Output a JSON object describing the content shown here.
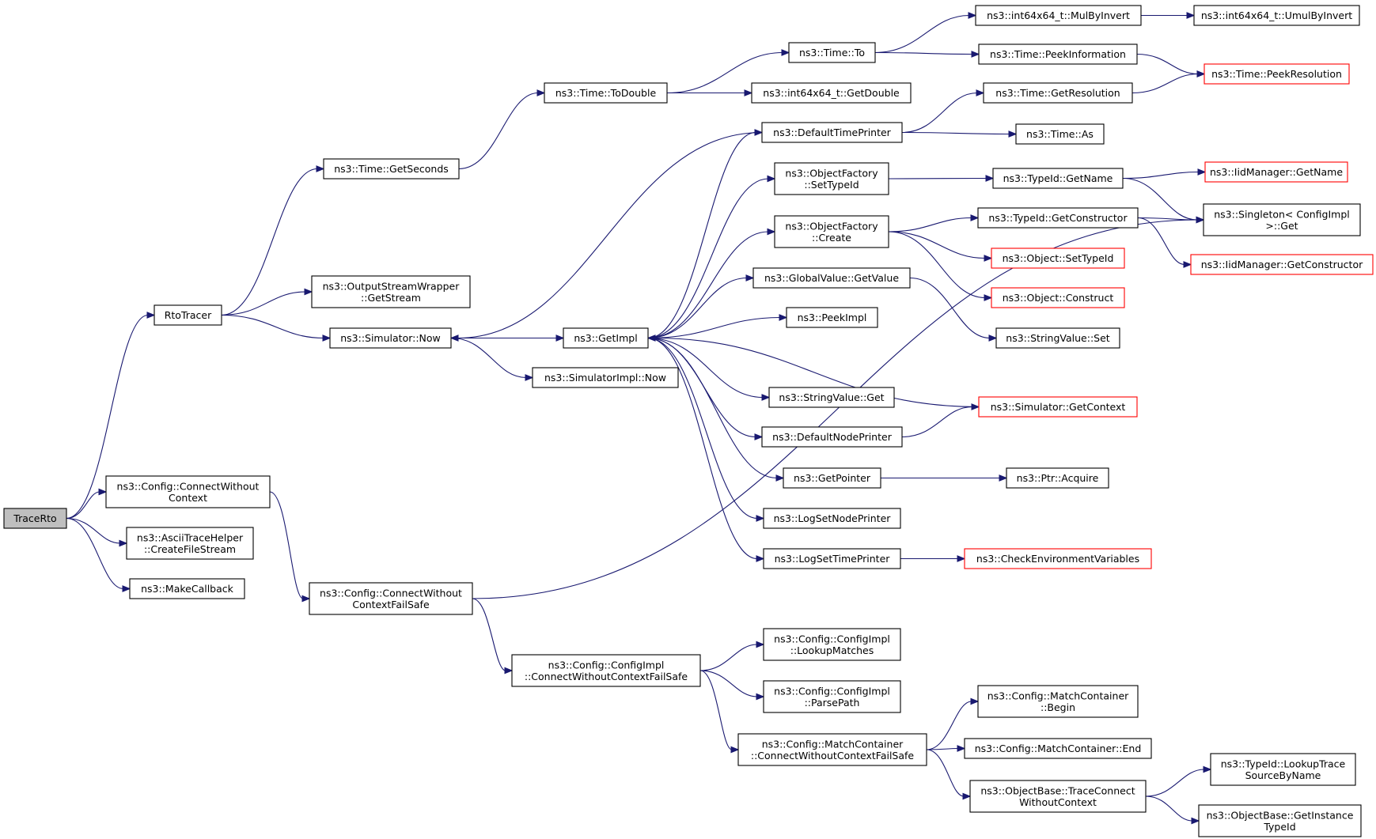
{
  "graph": {
    "colors": {
      "edge": "#191970",
      "truncated_border": "#ff0000",
      "root_fill": "#bfbfbf",
      "node_border": "#000000"
    },
    "nodes": [
      {
        "id": "TraceRto",
        "lines": [
          "TraceRto"
        ],
        "root": true
      },
      {
        "id": "RtoTracer",
        "lines": [
          "RtoTracer"
        ]
      },
      {
        "id": "ConnectWithoutContext",
        "lines": [
          "ns3::Config::ConnectWithout",
          "Context"
        ]
      },
      {
        "id": "CreateFileStream",
        "lines": [
          "ns3::AsciiTraceHelper",
          "::CreateFileStream"
        ]
      },
      {
        "id": "MakeCallback",
        "lines": [
          "ns3::MakeCallback"
        ]
      },
      {
        "id": "GetSeconds",
        "lines": [
          "ns3::Time::GetSeconds"
        ]
      },
      {
        "id": "GetStream",
        "lines": [
          "ns3::OutputStreamWrapper",
          "::GetStream"
        ]
      },
      {
        "id": "SimulatorNow",
        "lines": [
          "ns3::Simulator::Now"
        ]
      },
      {
        "id": "ConnectWithoutContextFailSafe",
        "lines": [
          "ns3::Config::ConnectWithout",
          "ContextFailSafe"
        ]
      },
      {
        "id": "ToDouble",
        "lines": [
          "ns3::Time::ToDouble"
        ]
      },
      {
        "id": "GetImpl",
        "lines": [
          "ns3::GetImpl"
        ]
      },
      {
        "id": "SimulatorImplNow",
        "lines": [
          "ns3::SimulatorImpl::Now"
        ]
      },
      {
        "id": "ImplConnectFailSafe",
        "lines": [
          "ns3::Config::ConfigImpl",
          "::ConnectWithoutContextFailSafe"
        ]
      },
      {
        "id": "TimeTo",
        "lines": [
          "ns3::Time::To"
        ]
      },
      {
        "id": "GetDouble",
        "lines": [
          "ns3::int64x64_t::GetDouble"
        ]
      },
      {
        "id": "DefaultTimePrinter",
        "lines": [
          "ns3::DefaultTimePrinter"
        ]
      },
      {
        "id": "OFSetTypeId",
        "lines": [
          "ns3::ObjectFactory",
          "::SetTypeId"
        ]
      },
      {
        "id": "OFCreate",
        "lines": [
          "ns3::ObjectFactory",
          "::Create"
        ]
      },
      {
        "id": "GVGetValue",
        "lines": [
          "ns3::GlobalValue::GetValue"
        ]
      },
      {
        "id": "PeekImpl",
        "lines": [
          "ns3::PeekImpl"
        ]
      },
      {
        "id": "SVGet",
        "lines": [
          "ns3::StringValue::Get"
        ]
      },
      {
        "id": "DefaultNodePrinter",
        "lines": [
          "ns3::DefaultNodePrinter"
        ]
      },
      {
        "id": "GetPointer",
        "lines": [
          "ns3::GetPointer"
        ]
      },
      {
        "id": "LogSetNodePrinter",
        "lines": [
          "ns3::LogSetNodePrinter"
        ]
      },
      {
        "id": "LogSetTimePrinter",
        "lines": [
          "ns3::LogSetTimePrinter"
        ]
      },
      {
        "id": "LookupMatches",
        "lines": [
          "ns3::Config::ConfigImpl",
          "::LookupMatches"
        ]
      },
      {
        "id": "ParsePath",
        "lines": [
          "ns3::Config::ConfigImpl",
          "::ParsePath"
        ]
      },
      {
        "id": "MCConnectFailSafe",
        "lines": [
          "ns3::Config::MatchContainer",
          "::ConnectWithoutContextFailSafe"
        ]
      },
      {
        "id": "MulByInvert",
        "lines": [
          "ns3::int64x64_t::MulByInvert"
        ]
      },
      {
        "id": "PeekInformation",
        "lines": [
          "ns3::Time::PeekInformation"
        ]
      },
      {
        "id": "GetResolution",
        "lines": [
          "ns3::Time::GetResolution"
        ]
      },
      {
        "id": "TimeAs",
        "lines": [
          "ns3::Time::As"
        ]
      },
      {
        "id": "TIGetName",
        "lines": [
          "ns3::TypeId::GetName"
        ]
      },
      {
        "id": "TIGetConstructor",
        "lines": [
          "ns3::TypeId::GetConstructor"
        ]
      },
      {
        "id": "ObjSetTypeId",
        "lines": [
          "ns3::Object::SetTypeId"
        ],
        "truncated": true
      },
      {
        "id": "ObjConstruct",
        "lines": [
          "ns3::Object::Construct"
        ],
        "truncated": true
      },
      {
        "id": "SVSet",
        "lines": [
          "ns3::StringValue::Set"
        ]
      },
      {
        "id": "GetContext",
        "lines": [
          "ns3::Simulator::GetContext"
        ],
        "truncated": true
      },
      {
        "id": "PtrAcquire",
        "lines": [
          "ns3::Ptr::Acquire"
        ]
      },
      {
        "id": "CheckEnvVars",
        "lines": [
          "ns3::CheckEnvironmentVariables"
        ],
        "truncated": true
      },
      {
        "id": "MCBegin",
        "lines": [
          "ns3::Config::MatchContainer",
          "::Begin"
        ]
      },
      {
        "id": "MCEnd",
        "lines": [
          "ns3::Config::MatchContainer::End"
        ]
      },
      {
        "id": "TraceConnect",
        "lines": [
          "ns3::ObjectBase::TraceConnect",
          "WithoutContext"
        ]
      },
      {
        "id": "UmulByInvert",
        "lines": [
          "ns3::int64x64_t::UmulByInvert"
        ]
      },
      {
        "id": "PeekResolution",
        "lines": [
          "ns3::Time::PeekResolution"
        ],
        "truncated": true
      },
      {
        "id": "IMGetName",
        "lines": [
          "ns3::IidManager::GetName"
        ],
        "truncated": true
      },
      {
        "id": "SingletonGet",
        "lines": [
          "ns3::Singleton< ConfigImpl",
          " >::Get"
        ]
      },
      {
        "id": "IMGetConstructor",
        "lines": [
          "ns3::IidManager::GetConstructor"
        ],
        "truncated": true
      },
      {
        "id": "LookupTraceSource",
        "lines": [
          "ns3::TypeId::LookupTrace",
          "SourceByName"
        ]
      },
      {
        "id": "GetInstanceTypeId",
        "lines": [
          "ns3::ObjectBase::GetInstance",
          "TypeId"
        ]
      }
    ],
    "edges": [
      [
        "TraceRto",
        "RtoTracer"
      ],
      [
        "TraceRto",
        "ConnectWithoutContext"
      ],
      [
        "TraceRto",
        "CreateFileStream"
      ],
      [
        "TraceRto",
        "MakeCallback"
      ],
      [
        "RtoTracer",
        "GetSeconds"
      ],
      [
        "RtoTracer",
        "GetStream"
      ],
      [
        "RtoTracer",
        "SimulatorNow"
      ],
      [
        "ConnectWithoutContext",
        "ConnectWithoutContextFailSafe"
      ],
      [
        "GetSeconds",
        "ToDouble"
      ],
      [
        "SimulatorNow",
        "GetImpl"
      ],
      [
        "SimulatorNow",
        "SimulatorImplNow"
      ],
      [
        "ConnectWithoutContextFailSafe",
        "ImplConnectFailSafe"
      ],
      [
        "ConnectWithoutContextFailSafe",
        "SingletonGet"
      ],
      [
        "ToDouble",
        "TimeTo"
      ],
      [
        "ToDouble",
        "GetDouble"
      ],
      [
        "GetImpl",
        "DefaultTimePrinter"
      ],
      [
        "GetImpl",
        "OFSetTypeId"
      ],
      [
        "GetImpl",
        "OFCreate"
      ],
      [
        "GetImpl",
        "GVGetValue"
      ],
      [
        "GetImpl",
        "PeekImpl"
      ],
      [
        "GetImpl",
        "SVGet"
      ],
      [
        "GetImpl",
        "DefaultNodePrinter"
      ],
      [
        "GetImpl",
        "GetPointer"
      ],
      [
        "GetImpl",
        "LogSetNodePrinter"
      ],
      [
        "GetImpl",
        "LogSetTimePrinter"
      ],
      [
        "GetContext",
        "GetImpl"
      ],
      [
        "DefaultTimePrinter",
        "SimulatorNow"
      ],
      [
        "ImplConnectFailSafe",
        "LookupMatches"
      ],
      [
        "ImplConnectFailSafe",
        "ParsePath"
      ],
      [
        "ImplConnectFailSafe",
        "MCConnectFailSafe"
      ],
      [
        "TimeTo",
        "MulByInvert"
      ],
      [
        "TimeTo",
        "PeekInformation"
      ],
      [
        "DefaultTimePrinter",
        "GetResolution"
      ],
      [
        "DefaultTimePrinter",
        "TimeAs"
      ],
      [
        "OFSetTypeId",
        "TIGetName"
      ],
      [
        "OFCreate",
        "TIGetConstructor"
      ],
      [
        "OFCreate",
        "ObjSetTypeId"
      ],
      [
        "OFCreate",
        "ObjConstruct"
      ],
      [
        "GVGetValue",
        "SVSet"
      ],
      [
        "DefaultNodePrinter",
        "GetContext"
      ],
      [
        "GetPointer",
        "PtrAcquire"
      ],
      [
        "LogSetTimePrinter",
        "CheckEnvVars"
      ],
      [
        "MCConnectFailSafe",
        "MCBegin"
      ],
      [
        "MCConnectFailSafe",
        "MCEnd"
      ],
      [
        "MCConnectFailSafe",
        "TraceConnect"
      ],
      [
        "MulByInvert",
        "UmulByInvert"
      ],
      [
        "PeekInformation",
        "PeekResolution"
      ],
      [
        "GetResolution",
        "PeekResolution"
      ],
      [
        "TIGetName",
        "IMGetName"
      ],
      [
        "TIGetName",
        "SingletonGet"
      ],
      [
        "TIGetConstructor",
        "SingletonGet"
      ],
      [
        "TIGetConstructor",
        "IMGetConstructor"
      ],
      [
        "TraceConnect",
        "LookupTraceSource"
      ],
      [
        "TraceConnect",
        "GetInstanceTypeId"
      ]
    ]
  }
}
